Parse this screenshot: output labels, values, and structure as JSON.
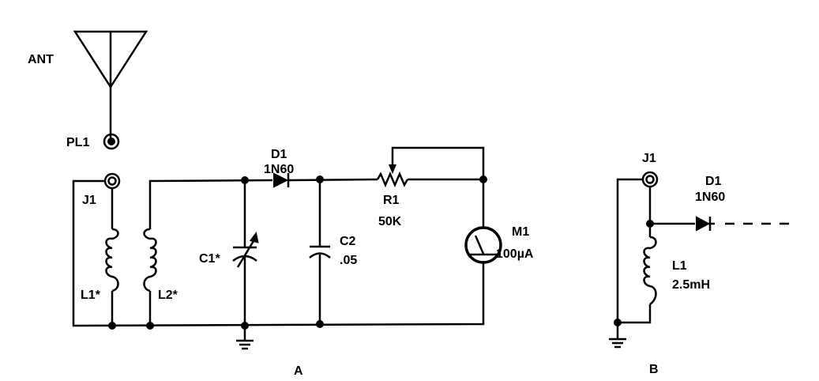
{
  "circuit_a": {
    "label": "A",
    "antenna": "ANT",
    "plug": "PL1",
    "jack": "J1",
    "l1": "L1*",
    "l2": "L2*",
    "c1": "C1*",
    "c2": {
      "name": "C2",
      "value": ".05"
    },
    "d1": {
      "name": "D1",
      "value": "1N60"
    },
    "r1": {
      "name": "R1",
      "value": "50K"
    },
    "m1": {
      "name": "M1",
      "value": "100µA"
    }
  },
  "circuit_b": {
    "label": "B",
    "jack": "J1",
    "d1": {
      "name": "D1",
      "value": "1N60"
    },
    "l1": {
      "name": "L1",
      "value": "2.5mH"
    }
  }
}
